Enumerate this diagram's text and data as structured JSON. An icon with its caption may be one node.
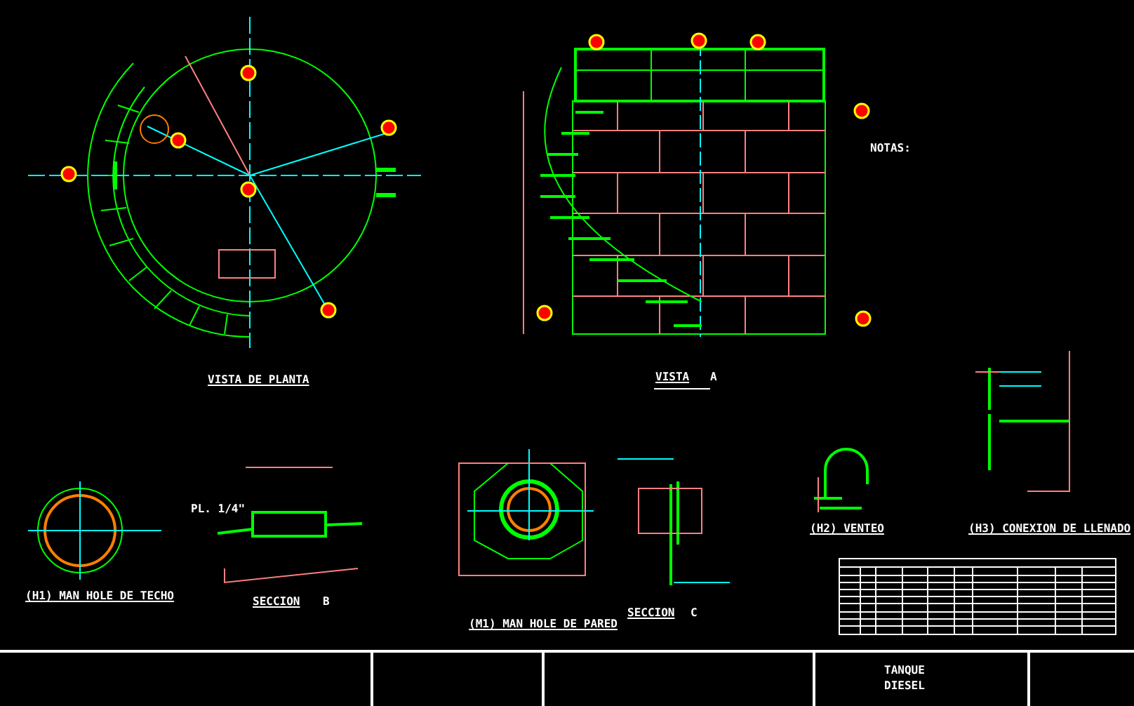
{
  "diagram": {
    "labels": [
      "VISTA DE PLANTA",
      "VISTA",
      "A",
      "NOTAS:",
      "(H1) MAN HOLE DE TECHO",
      "PL. 1/4\"",
      "SECCION",
      "B",
      "(M1) MAN HOLE DE PARED",
      "SECCION",
      "C",
      "(H2) VENTEO",
      "(H3) CONEXION DE LLENADO",
      "TANQUE",
      "DIESEL"
    ]
  }
}
